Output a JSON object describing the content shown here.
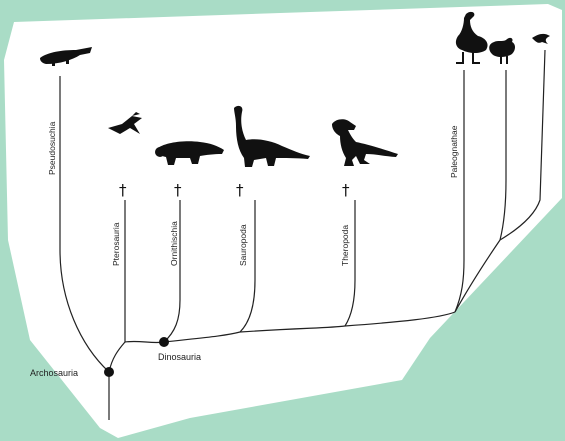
{
  "colors": {
    "background": "#a9dcc6",
    "panel": "#ffffff",
    "lines": "#222222",
    "silhouettes": "#111111"
  },
  "tree": {
    "root_node": "Archosauria",
    "dinosaur_node": "Dinosauria",
    "extinct_marker": "†",
    "branches": [
      {
        "id": "pseudosuchia",
        "label": "Pseudosuchia",
        "silhouette": "crocodile-icon",
        "extinct": false
      },
      {
        "id": "pterosauria",
        "label": "Pterosauria",
        "silhouette": "pterosaur-icon",
        "extinct": true
      },
      {
        "id": "ornithischia",
        "label": "Ornithischia",
        "silhouette": "ankylosaur-icon",
        "extinct": true
      },
      {
        "id": "sauropoda",
        "label": "Sauropoda",
        "silhouette": "sauropod-icon",
        "extinct": true
      },
      {
        "id": "theropoda",
        "label": "Theropoda",
        "silhouette": "tyrannosaur-icon",
        "extinct": true
      },
      {
        "id": "paleognathae",
        "label": "Paleognathae",
        "silhouette": "ostrich-icon",
        "extinct": false
      },
      {
        "id": "galliformes",
        "label": "",
        "silhouette": "chicken-icon",
        "extinct": false
      },
      {
        "id": "neoaves",
        "label": "",
        "silhouette": "flying-bird-icon",
        "extinct": false
      }
    ]
  }
}
